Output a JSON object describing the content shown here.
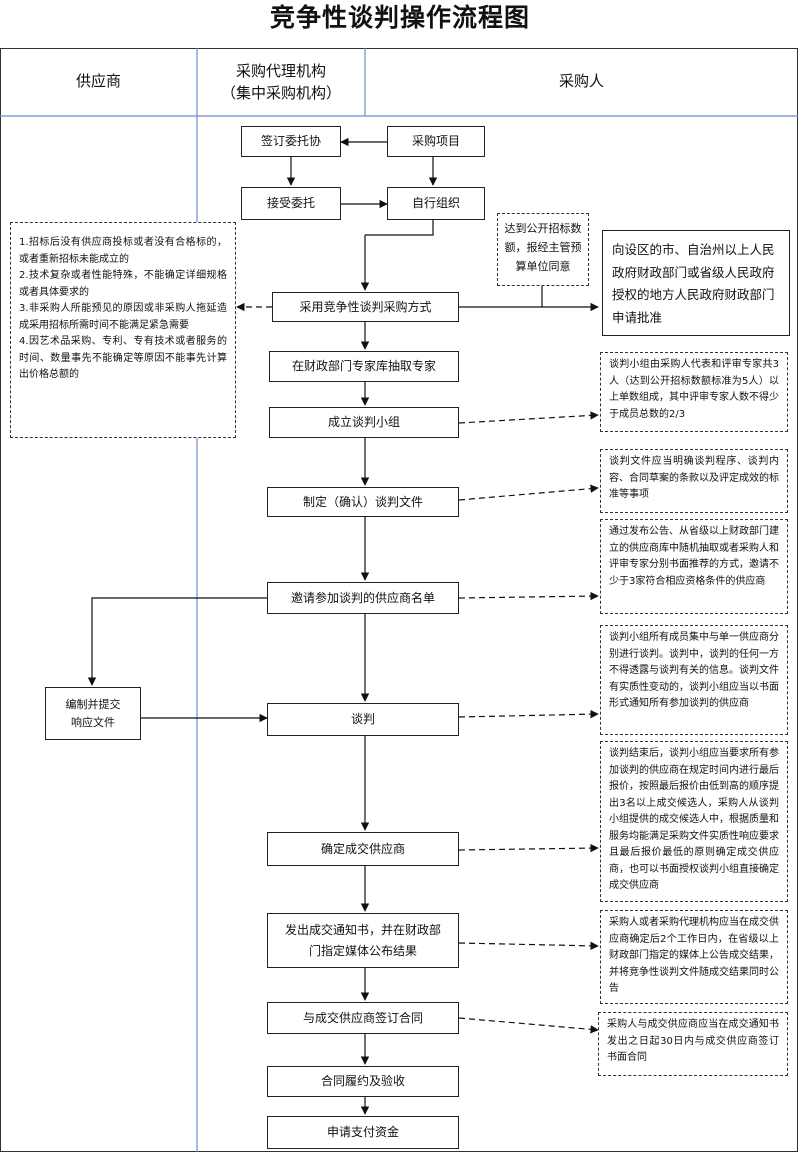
{
  "title": "竞争性谈判操作流程图",
  "columns": {
    "supplier": "供应商",
    "agency_line1": "采购代理机构",
    "agency_line2": "（集中采购机构）",
    "purchaser": "采购人"
  },
  "boxes": {
    "sign_entrust": "签订委托协",
    "project": "采购项目",
    "accept_entrust": "接受委托",
    "self_organize": "自行组织",
    "adopt_method": "采用竞争性谈判采购方式",
    "draw_experts": "在财政部门专家库抽取专家",
    "form_team": "成立谈判小组",
    "make_docs": "制定（确认）谈判文件",
    "invite_list": "邀请参加谈判的供应商名单",
    "negotiate": "谈判",
    "determine_supplier": "确定成交供应商",
    "notice_line1": "发出成交通知书，并在财政部",
    "notice_line2": "门指定媒体公布结果",
    "sign_contract": "与成交供应商签订合同",
    "perform_accept": "合同履约及验收",
    "apply_payment": "申请支付资金",
    "submit_line1": "编制并提交",
    "submit_line2": "响应文件"
  },
  "conditions": [
    "1.招标后没有供应商投标或者没有合格标的，或者重新招标未能成立的",
    "2.技术复杂或者性能特殊，不能确定详细规格或者具体要求的",
    "3.非采购人所能预见的原因或非采购人拖延造成采用招标所需时间不能满足紧急需要",
    "4.因艺术品采购、专利、专有技术或者服务的时间、数量事先不能确定等原因不能事先计算出价格总额的"
  ],
  "threshold_note": "达到公开招标数额，报经主管预算单位同意",
  "approval_note": "向设区的市、自治州以上人民政府财政部门或省级人民政府授权的地方人民政府财政部门申请批准",
  "notes": {
    "team": "谈判小组由采购人代表和评审专家共3人（达到公开招标数额标准为5人）以上单数组成，其中评审专家人数不得少于成员总数的2/3",
    "docs": "谈判文件应当明确谈判程序、谈判内容、合同草案的条款以及评定成效的标准等事项",
    "invite": "通过发布公告、从省级以上财政部门建立的供应商库中随机抽取或者采购人和评审专家分别书面推荐的方式，邀请不少于3家符合相应资格条件的供应商",
    "negotiate": "谈判小组所有成员集中与单一供应商分别进行谈判。谈判中，谈判的任何一方不得透露与谈判有关的信息。谈判文件有实质性变动的，谈判小组应当以书面形式通知所有参加谈判的供应商",
    "determine": "谈判结束后，谈判小组应当要求所有参加谈判的供应商在规定时间内进行最后报价，按照最后报价由低到高的顺序提出3名以上成交候选人，采购人从谈判小组提供的成交候选人中，根据质量和服务均能满足采购文件实质性响应要求且最后报价最低的原则确定成交供应商，也可以书面授权谈判小组直接确定成交供应商",
    "notice": "采购人或者采购代理机构应当在成交供应商确定后2个工作日内，在省级以上财政部门指定的媒体上公告成交结果，并将竞争性谈判文件随成交结果同时公告",
    "contract": "采购人与成交供应商应当在成交通知书发出之日起30日内与成交供应商签订书面合同"
  }
}
